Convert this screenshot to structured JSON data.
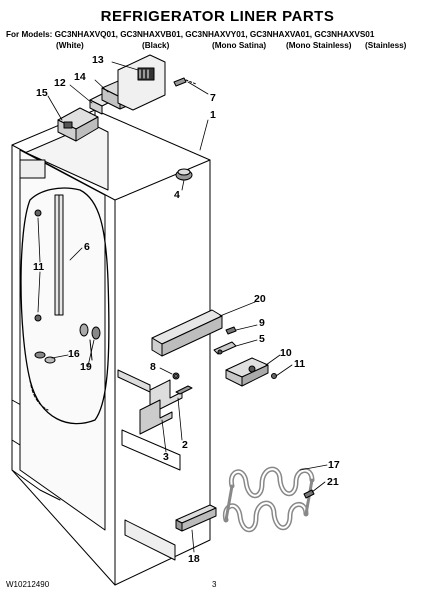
{
  "header": {
    "title": "REFRIGERATOR LINER PARTS",
    "models_line": "For Models: GC3NHAXVQ01, GC3NHAXVB01, GC3NHAXVY01, GC3NHAXVA01, GC3NHAXVS01",
    "finishes": [
      "(White)",
      "(Black)",
      "(Mono Satina)",
      "(Mono Stainless)",
      "(Stainless)"
    ]
  },
  "callouts": [
    "13",
    "14",
    "12",
    "15",
    "7",
    "1",
    "4",
    "6",
    "11",
    "20",
    "9",
    "5",
    "10",
    "11",
    "16",
    "19",
    "8",
    "2",
    "3",
    "17",
    "21",
    "18"
  ],
  "footer": {
    "doc_number": "W10212490",
    "page_number": "3"
  }
}
